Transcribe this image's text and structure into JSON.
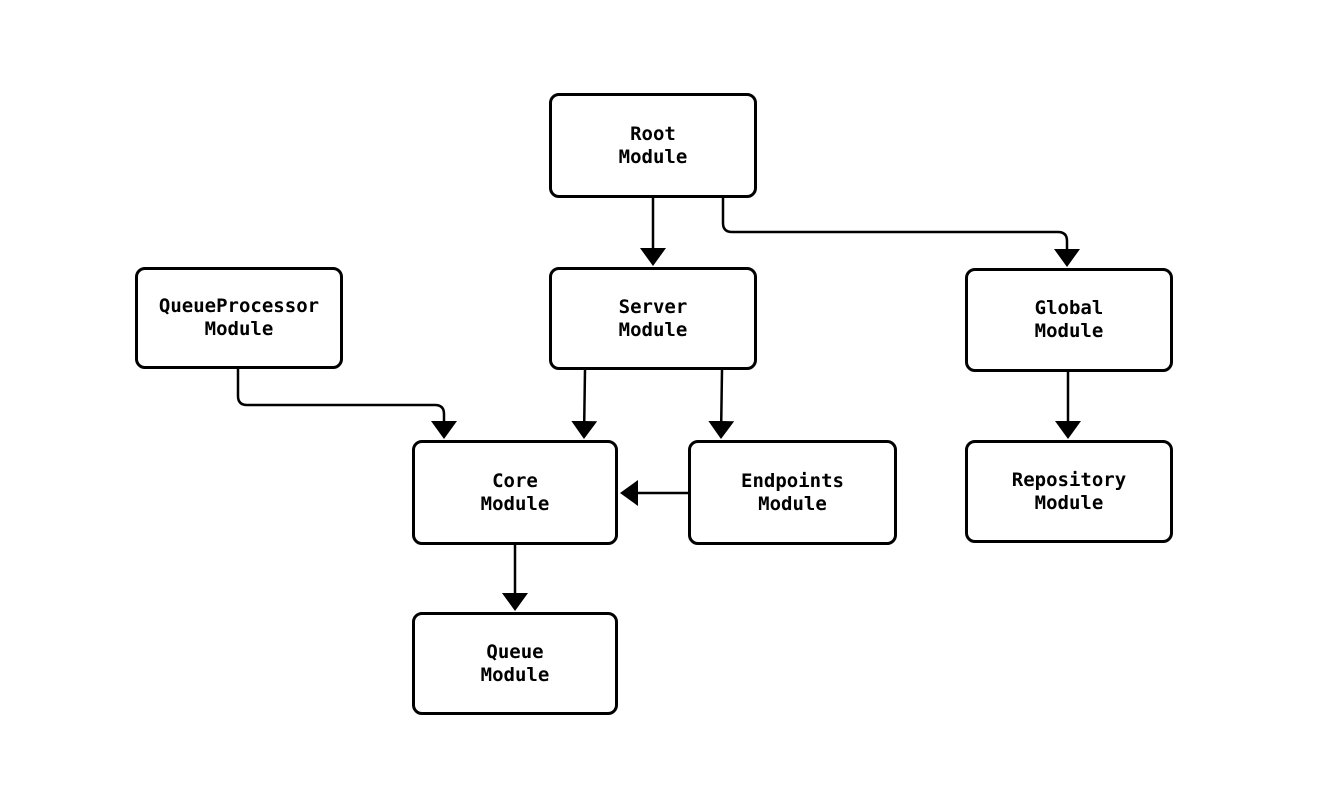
{
  "diagram": {
    "kind": "module-dependency-flowchart",
    "background_color": "#ffffff",
    "node_fill_color": "#ffffff",
    "node_border_color": "#000000",
    "text_color": "#000000",
    "edge_color": "#000000",
    "nodes": [
      {
        "id": "root",
        "lines": [
          "Root",
          "Module"
        ]
      },
      {
        "id": "queueprocessor",
        "lines": [
          "QueueProcessor",
          "Module"
        ]
      },
      {
        "id": "server",
        "lines": [
          "Server",
          "Module"
        ]
      },
      {
        "id": "global",
        "lines": [
          "Global",
          "Module"
        ]
      },
      {
        "id": "core",
        "lines": [
          "Core",
          "Module"
        ]
      },
      {
        "id": "endpoints",
        "lines": [
          "Endpoints",
          "Module"
        ]
      },
      {
        "id": "repository",
        "lines": [
          "Repository",
          "Module"
        ]
      },
      {
        "id": "queue",
        "lines": [
          "Queue",
          "Module"
        ]
      }
    ],
    "edges": [
      {
        "from": "root",
        "to": "server"
      },
      {
        "from": "root",
        "to": "global"
      },
      {
        "from": "queueprocessor",
        "to": "core"
      },
      {
        "from": "server",
        "to": "core"
      },
      {
        "from": "server",
        "to": "endpoints"
      },
      {
        "from": "endpoints",
        "to": "core"
      },
      {
        "from": "global",
        "to": "repository"
      },
      {
        "from": "core",
        "to": "queue"
      }
    ]
  }
}
